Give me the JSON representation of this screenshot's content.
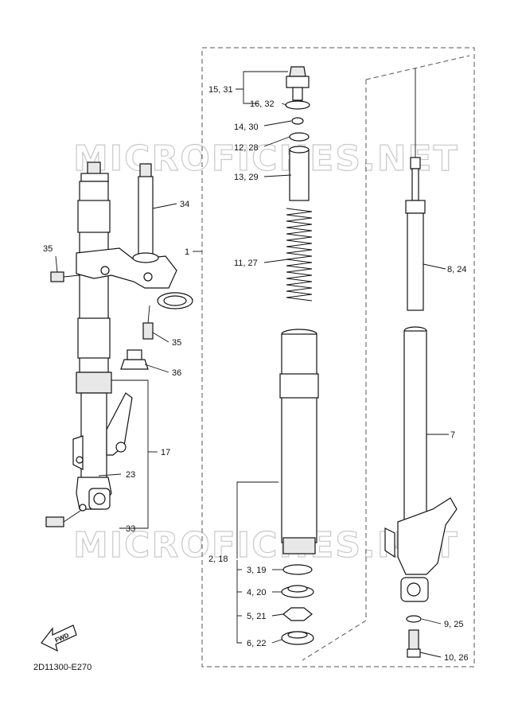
{
  "watermark": "MICROFICHES.NET",
  "diagram_code": "2D11300-E270",
  "fwd_label": "FWD",
  "callouts": {
    "c15_31": "15, 31",
    "c16_32": "16, 32",
    "c14_30": "14, 30",
    "c12_28": "12, 28",
    "c13_29": "13, 29",
    "c11_27": "11, 27",
    "c1": "1",
    "c34": "34",
    "c35a": "35",
    "c35b": "35",
    "c36": "36",
    "c17": "17",
    "c23": "23",
    "c33": "33",
    "c8_24": "8, 24",
    "c7": "7",
    "c2_18": "2, 18",
    "c3_19": "3, 19",
    "c4_20": "4, 20",
    "c5_21": "5, 21",
    "c6_22": "6, 22",
    "c9_25": "9, 25",
    "c10_26": "10, 26"
  }
}
